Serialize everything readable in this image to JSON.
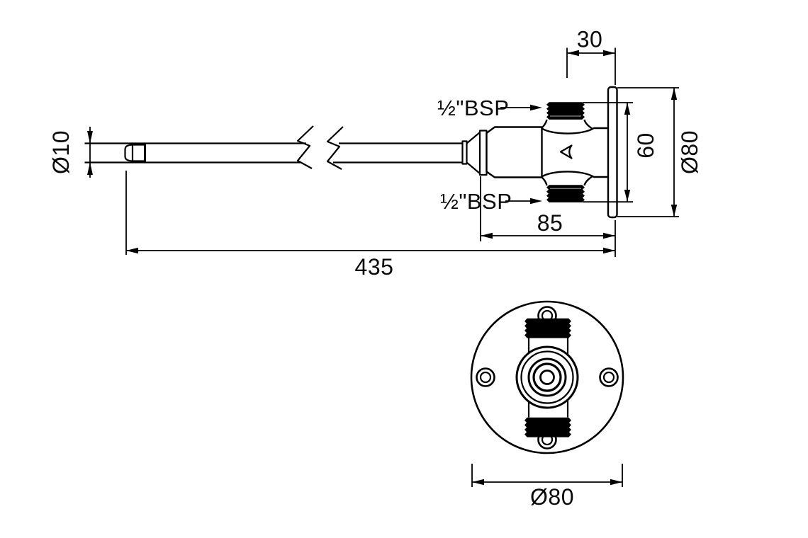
{
  "labels": {
    "rod_diameter": "Ø10",
    "wall_offset": "30",
    "port_span": "60",
    "flange_diameter_side": "Ø80",
    "body_depth": "85",
    "overall_length": "435",
    "top_thread": "½\"BSP",
    "bottom_thread": "½\"BSP",
    "flange_diameter_plan": "Ø80"
  },
  "colors": {
    "line": "#000000",
    "background": "#ffffff",
    "thread_fill": "#000000"
  }
}
